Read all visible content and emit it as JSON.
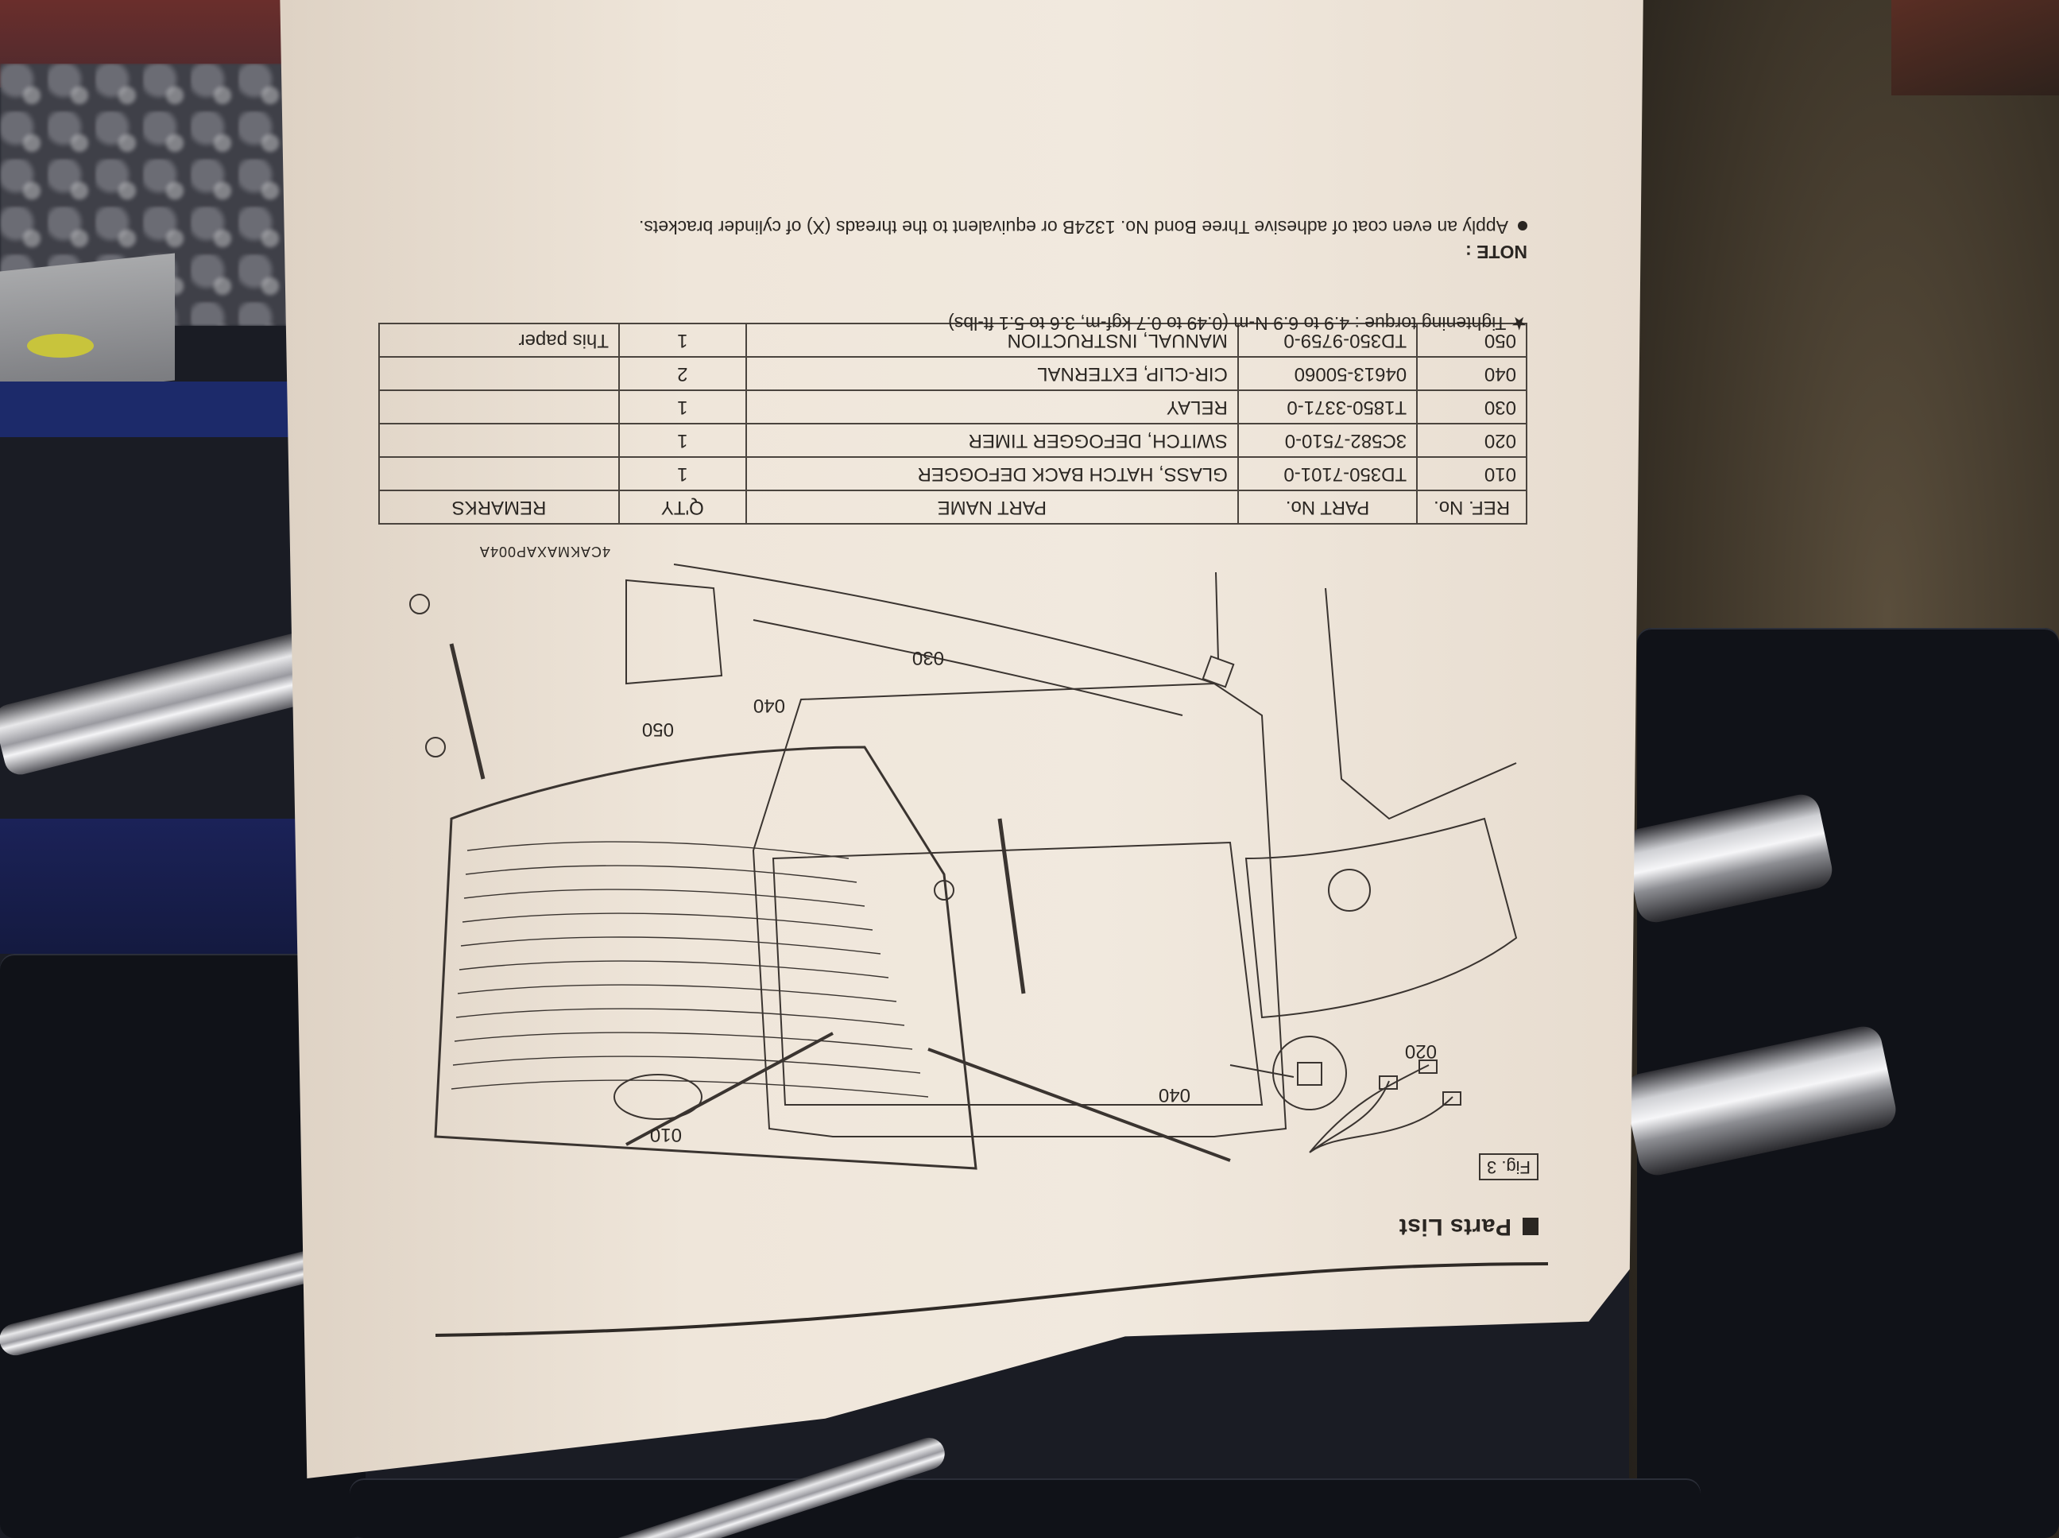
{
  "document": {
    "section_title": "Parts List",
    "figure_label": "Fig. 3",
    "diagram_code": "4CAKMAXAP004A",
    "callouts": [
      "010",
      "020",
      "030",
      "040",
      "040",
      "050"
    ],
    "table": {
      "headers": [
        "REF. No.",
        "PART No.",
        "PART NAME",
        "Q'TY",
        "REMARKS"
      ],
      "rows": [
        {
          "ref": "010",
          "part_no": "TD350-7101-0",
          "name": "GLASS, HATCH BACK DEFOGGER",
          "qty": "1",
          "remarks": ""
        },
        {
          "ref": "020",
          "part_no": "3C582-7510-0",
          "name": "SWITCH, DEFOGGER TIMER",
          "qty": "1",
          "remarks": ""
        },
        {
          "ref": "030",
          "part_no": "T1850-3371-0",
          "name": "RELAY",
          "qty": "1",
          "remarks": ""
        },
        {
          "ref": "040",
          "part_no": "04613-50060",
          "name": "CIR-CLIP, EXTERNAL",
          "qty": "2",
          "remarks": ""
        },
        {
          "ref": "050",
          "part_no": "TD350-9759-0",
          "name": "MANUAL, INSTRUCTION",
          "qty": "1",
          "remarks": "This paper"
        }
      ]
    },
    "torque_note": "★ Tightening torque : 4.9 to 6.9 N-m (0.49 to 0.7 kgf-m, 3.6 to 5.1 ft-lbs)",
    "note_heading": "NOTE :",
    "note_text": "Apply an even coat of adhesive Three Bond No. 1324B or equivalent to the threads (X) of cylinder brackets."
  },
  "colors": {
    "paper": "#efe6da",
    "ink": "#2a2622",
    "toolbox": "#1a1c24"
  }
}
